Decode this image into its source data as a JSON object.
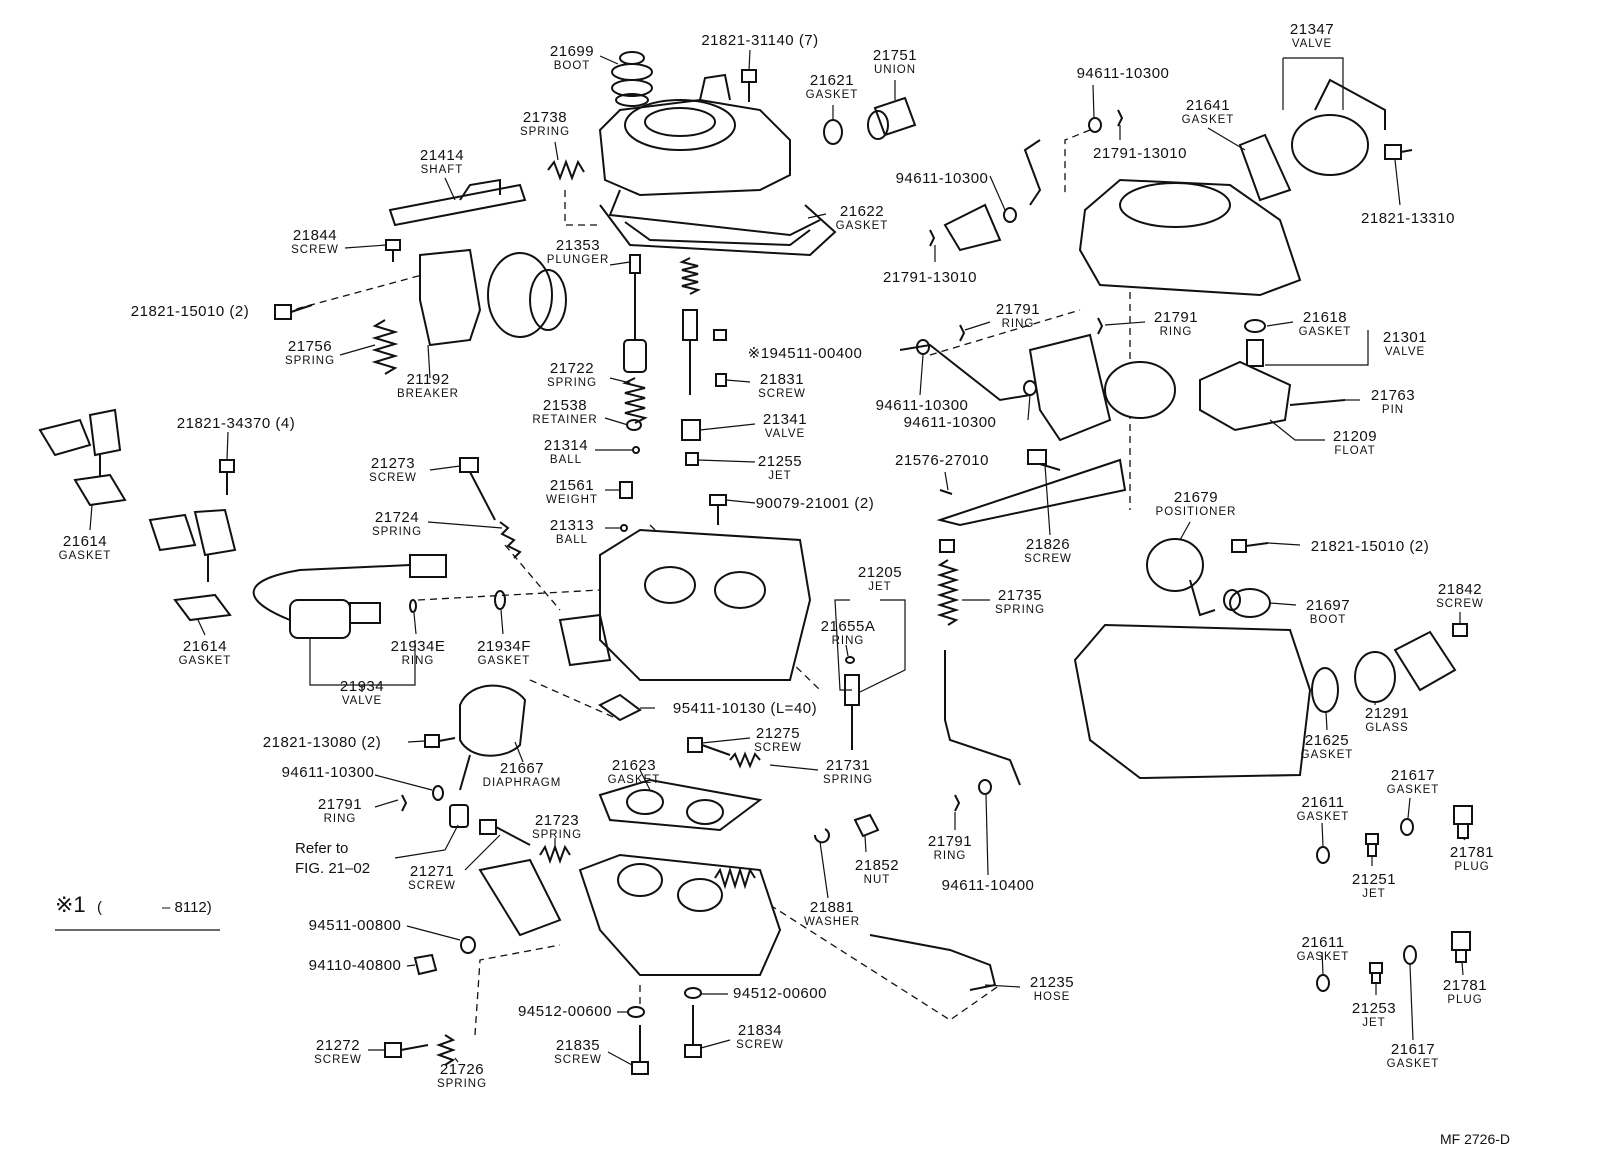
{
  "callouts": [
    {
      "id": "c1",
      "num": "21699",
      "name": "BOOT"
    },
    {
      "id": "c2",
      "num": "21821-31140 (7)",
      "name": ""
    },
    {
      "id": "c3",
      "num": "21751",
      "name": "UNION"
    },
    {
      "id": "c4",
      "num": "21621",
      "name": "GASKET"
    },
    {
      "id": "c5",
      "num": "21738",
      "name": "SPRING"
    },
    {
      "id": "c6",
      "num": "21414",
      "name": "SHAFT"
    },
    {
      "id": "c7",
      "num": "21622",
      "name": "GASKET"
    },
    {
      "id": "c8",
      "num": "21844",
      "name": "SCREW"
    },
    {
      "id": "c9",
      "num": "21353",
      "name": "PLUNGER"
    },
    {
      "id": "c10",
      "num": "21821-15010 (2)",
      "name": ""
    },
    {
      "id": "c11",
      "num": "21756",
      "name": "SPRING"
    },
    {
      "id": "c12",
      "num": "21192",
      "name": "BREAKER"
    },
    {
      "id": "c13",
      "num": "※194511-00400",
      "name": ""
    },
    {
      "id": "c14",
      "num": "21722",
      "name": "SPRING"
    },
    {
      "id": "c15",
      "num": "21831",
      "name": "SCREW"
    },
    {
      "id": "c16",
      "num": "21538",
      "name": "RETAINER"
    },
    {
      "id": "c17",
      "num": "21341",
      "name": "VALVE"
    },
    {
      "id": "c18",
      "num": "21314",
      "name": "BALL"
    },
    {
      "id": "c19",
      "num": "21255",
      "name": "JET"
    },
    {
      "id": "c20",
      "num": "21821-34370 (4)",
      "name": ""
    },
    {
      "id": "c21",
      "num": "21273",
      "name": "SCREW"
    },
    {
      "id": "c22",
      "num": "21561",
      "name": "WEIGHT"
    },
    {
      "id": "c23",
      "num": "90079-21001 (2)",
      "name": ""
    },
    {
      "id": "c24",
      "num": "21724",
      "name": "SPRING"
    },
    {
      "id": "c25",
      "num": "21313",
      "name": "BALL"
    },
    {
      "id": "c26",
      "num": "21614",
      "name": "GASKET"
    },
    {
      "id": "c27",
      "num": "21614",
      "name": "GASKET"
    },
    {
      "id": "c28",
      "num": "21934E",
      "name": "RING"
    },
    {
      "id": "c29",
      "num": "21934F",
      "name": "GASKET"
    },
    {
      "id": "c30",
      "num": "21934",
      "name": "VALVE"
    },
    {
      "id": "c31",
      "num": "21205",
      "name": "JET"
    },
    {
      "id": "c32",
      "num": "21655A",
      "name": "RING"
    },
    {
      "id": "c33",
      "num": "95411-10130 (L=40)",
      "name": ""
    },
    {
      "id": "c34",
      "num": "21821-13080 (2)",
      "name": ""
    },
    {
      "id": "c35",
      "num": "21667",
      "name": "DIAPHRAGM"
    },
    {
      "id": "c36",
      "num": "21275",
      "name": "SCREW"
    },
    {
      "id": "c37",
      "num": "94611-10300",
      "name": ""
    },
    {
      "id": "c38",
      "num": "21623",
      "name": "GASKET"
    },
    {
      "id": "c39",
      "num": "21731",
      "name": "SPRING"
    },
    {
      "id": "c40",
      "num": "21791",
      "name": "RING"
    },
    {
      "id": "c41",
      "num": "21723",
      "name": "SPRING"
    },
    {
      "id": "c42",
      "num": "21852",
      "name": "NUT"
    },
    {
      "id": "c43",
      "num": "21271",
      "name": "SCREW"
    },
    {
      "id": "c44",
      "num": "21881",
      "name": "WASHER"
    },
    {
      "id": "c45",
      "num": "94511-00800",
      "name": ""
    },
    {
      "id": "c46",
      "num": "94110-40800",
      "name": ""
    },
    {
      "id": "c47",
      "num": "21235",
      "name": "HOSE"
    },
    {
      "id": "c48",
      "num": "94512-00600",
      "name": ""
    },
    {
      "id": "c49",
      "num": "94512-00600",
      "name": ""
    },
    {
      "id": "c50",
      "num": "21834",
      "name": "SCREW"
    },
    {
      "id": "c51",
      "num": "21835",
      "name": "SCREW"
    },
    {
      "id": "c52",
      "num": "21272",
      "name": "SCREW"
    },
    {
      "id": "c53",
      "num": "21726",
      "name": "SPRING"
    },
    {
      "id": "c54",
      "num": "94611-10300",
      "name": ""
    },
    {
      "id": "c55",
      "num": "21347",
      "name": "VALVE"
    },
    {
      "id": "c56",
      "num": "21641",
      "name": "GASKET"
    },
    {
      "id": "c57",
      "num": "21791-13010",
      "name": ""
    },
    {
      "id": "c58",
      "num": "94611-10300",
      "name": ""
    },
    {
      "id": "c59",
      "num": "21821-13310",
      "name": ""
    },
    {
      "id": "c60",
      "num": "21791-13010",
      "name": ""
    },
    {
      "id": "c61",
      "num": "21791",
      "name": "RING"
    },
    {
      "id": "c62",
      "num": "21791",
      "name": "RING"
    },
    {
      "id": "c63",
      "num": "21618",
      "name": "GASKET"
    },
    {
      "id": "c64",
      "num": "21301",
      "name": "VALVE"
    },
    {
      "id": "c65",
      "num": "94611-10300",
      "name": ""
    },
    {
      "id": "c66",
      "num": "21763",
      "name": "PIN"
    },
    {
      "id": "c67",
      "num": "94611-10300",
      "name": ""
    },
    {
      "id": "c68",
      "num": "21209",
      "name": "FLOAT"
    },
    {
      "id": "c69",
      "num": "21576-27010",
      "name": ""
    },
    {
      "id": "c70",
      "num": "21679",
      "name": "POSITIONER"
    },
    {
      "id": "c71",
      "num": "21826",
      "name": "SCREW"
    },
    {
      "id": "c72",
      "num": "21821-15010 (2)",
      "name": ""
    },
    {
      "id": "c73",
      "num": "21735",
      "name": "SPRING"
    },
    {
      "id": "c74",
      "num": "21697",
      "name": "BOOT"
    },
    {
      "id": "c75",
      "num": "21842",
      "name": "SCREW"
    },
    {
      "id": "c76",
      "num": "21291",
      "name": "GLASS"
    },
    {
      "id": "c77",
      "num": "21625",
      "name": "GASKET"
    },
    {
      "id": "c78",
      "num": "21617",
      "name": "GASKET"
    },
    {
      "id": "c79",
      "num": "21611",
      "name": "GASKET"
    },
    {
      "id": "c80",
      "num": "21781",
      "name": "PLUG"
    },
    {
      "id": "c81",
      "num": "21251",
      "name": "JET"
    },
    {
      "id": "c82",
      "num": "21791",
      "name": "RING"
    },
    {
      "id": "c83",
      "num": "94611-10400",
      "name": ""
    },
    {
      "id": "c84",
      "num": "21611",
      "name": "GASKET"
    },
    {
      "id": "c85",
      "num": "21781",
      "name": "PLUG"
    },
    {
      "id": "c86",
      "num": "21253",
      "name": "JET"
    },
    {
      "id": "c87",
      "num": "21617",
      "name": "GASKET"
    }
  ],
  "refer_note": {
    "line1": "Refer to",
    "line2": "FIG. 21–02"
  },
  "footnote": {
    "mark": "※1",
    "text": "(    – 8112)"
  },
  "figure_code": "MF 2726-D"
}
